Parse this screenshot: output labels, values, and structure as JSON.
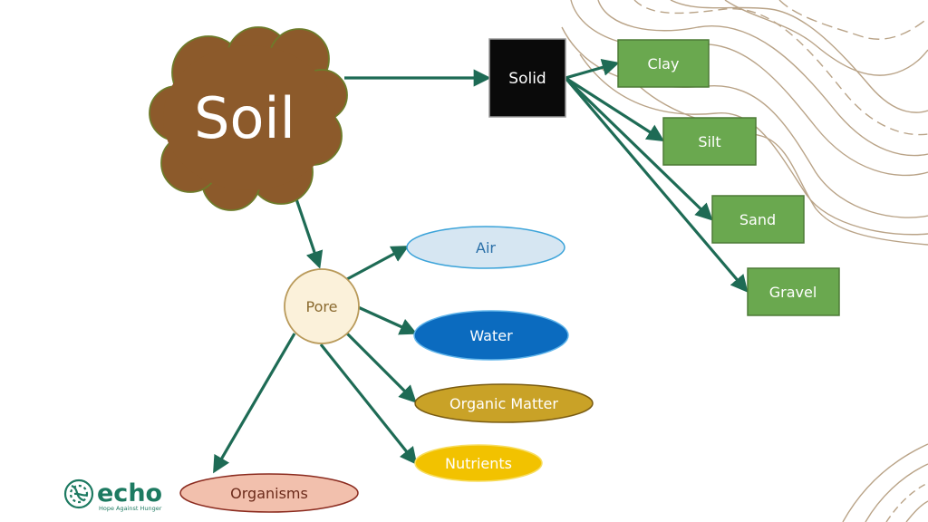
{
  "diagram": {
    "root_label": "Soil",
    "solid": {
      "label": "Solid",
      "children": [
        "Clay",
        "Silt",
        "Sand",
        "Gravel"
      ]
    },
    "pore": {
      "label": "Pore",
      "children": [
        "Air",
        "Water",
        "Organic Matter",
        "Nutrients",
        "Organisms"
      ]
    }
  },
  "logo": {
    "name": "echo",
    "tagline": "Hope Against Hunger"
  },
  "colors": {
    "arrow": "#1e6b55",
    "soil_fill": "#8c5a2b",
    "soil_outline": "#6d7b2a",
    "solid_fill": "#0a0a0a",
    "box_green": "#6aa84f",
    "box_green_border": "#4d7a37",
    "pore_fill": "#fbf1da",
    "pore_border": "#b99a5a",
    "air_fill": "#d6e6f2",
    "air_border": "#3ba3d9",
    "water_fill": "#0b6bbf",
    "organic_fill": "#c9a227",
    "nutrients_fill": "#f2c200",
    "organisms_fill": "#f2c0ad",
    "organisms_border": "#8b2b1f",
    "logo_green": "#1d7a61",
    "contour": "#b9a387"
  }
}
